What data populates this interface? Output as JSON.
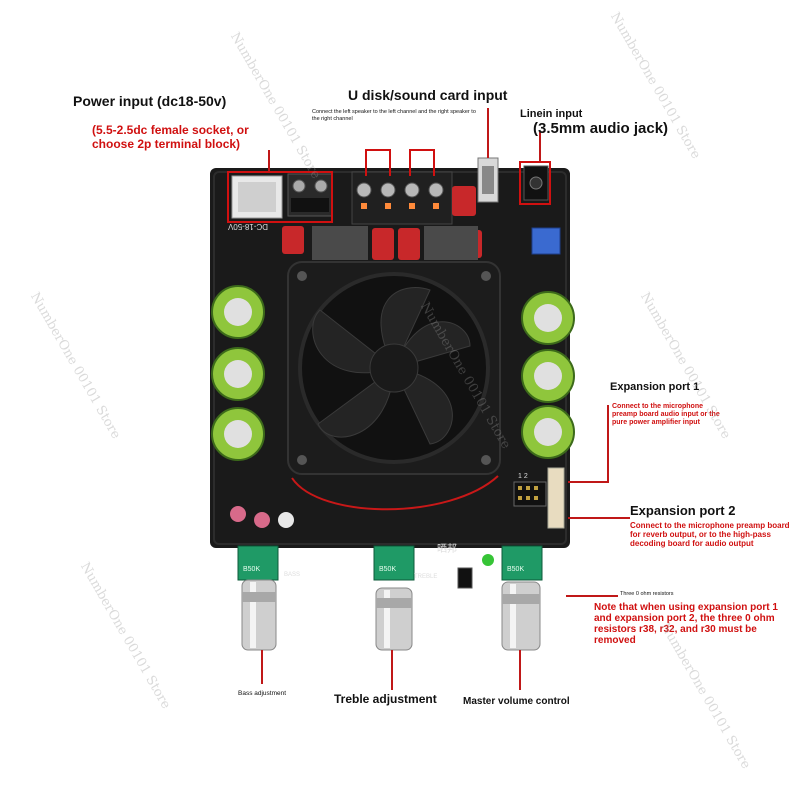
{
  "labels": {
    "power_input": "Power input (dc18-50v)",
    "power_note": "(5.5-2.5dc female socket, or choose 2p terminal block)",
    "u_disk": "U disk/sound card input",
    "speaker_note": "Connect the left speaker to the left channel and the right speaker to the right channel",
    "linein": "Linein input",
    "linein_jack": "(3.5mm audio jack)",
    "exp1_title": "Expansion port 1",
    "exp1_note": "Connect to the microphone preamp board audio input or the pure power amplifier input",
    "exp2_title": "Expansion port 2",
    "exp2_note": "Connect to the microphone preamp board for reverb output, or to the high-pass decoding board for audio output",
    "resistors": "Three 0 ohm resistors",
    "warning": "Note that when using expansion port 1 and expansion port 2, the three 0 ohm resistors r38, r32, and r30 must be removed",
    "bass": "Bass adjustment",
    "treble": "Treble adjustment",
    "master": "Master volume control"
  },
  "board_text": {
    "dc_marking": "DC-18-50V",
    "brand": "晒邦",
    "bass_silk": "BASS",
    "treble_silk": "TREBLE",
    "port_pins": "1 2",
    "knob_value": "B50K"
  },
  "watermark": "NumberOne 00101 Store",
  "colors": {
    "annotation_red": "#d01010",
    "board": "#1a1a1a",
    "capacitor_green": "#8fc63c",
    "knob_green": "#1f9a66",
    "arrow": "#c01818"
  }
}
